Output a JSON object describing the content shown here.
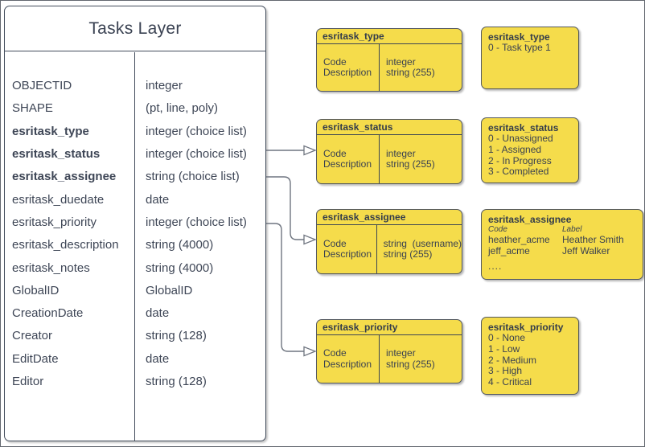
{
  "colors": {
    "yellow_fill": "#f5dc4b",
    "ink": "#3a4252",
    "box_border": "#53585f",
    "table_border": "#434d5c",
    "connector": "#6f7580"
  },
  "tasks_layer": {
    "title": "Tasks Layer",
    "fields": [
      {
        "name": "OBJECTID",
        "type": "integer"
      },
      {
        "name": "SHAPE",
        "type": "(pt, line, poly)"
      },
      {
        "name": "esritask_type",
        "type": "integer (choice list)"
      },
      {
        "name": "esritask_status",
        "type": "integer (choice list)"
      },
      {
        "name": "esritask_assignee",
        "type": "string (choice list)"
      },
      {
        "name": "esritask_duedate",
        "type": "date"
      },
      {
        "name": "esritask_priority",
        "type": "integer (choice list)"
      },
      {
        "name": "esritask_description",
        "type": "string (4000)"
      },
      {
        "name": "esritask_notes",
        "type": "string (4000)"
      },
      {
        "name": "GlobalID",
        "type": "GlobalID"
      },
      {
        "name": "CreationDate",
        "type": "date"
      },
      {
        "name": "Creator",
        "type": "string (128)"
      },
      {
        "name": "EditDate",
        "type": "date"
      },
      {
        "name": "Editor",
        "type": "string (128)"
      }
    ]
  },
  "code_tables": [
    {
      "title": "esritask_type",
      "rows": {
        "f0": "Code",
        "f1": "Description",
        "t0": "integer",
        "t1": "string (255)"
      }
    },
    {
      "title": "esritask_status",
      "rows": {
        "f0": "Code",
        "f1": "Description",
        "t0": "integer",
        "t1": "string (255)"
      }
    },
    {
      "title": "esritask_assignee",
      "rows": {
        "f0": "Code",
        "f1": "Description",
        "t0": "string  (username)",
        "t1": "string (255)"
      }
    },
    {
      "title": "esritask_priority",
      "rows": {
        "f0": "Code",
        "f1": "Description",
        "t0": "integer",
        "t1": "string (255)"
      }
    }
  ],
  "legends": [
    {
      "title": "esritask_type",
      "lines": [
        "0 - Task type 1"
      ]
    },
    {
      "title": "esritask_status",
      "lines": [
        "0 - Unassigned",
        "1 - Assigned",
        "2 - In Progress",
        "3 - Completed"
      ]
    },
    {
      "title": "esritask_assignee",
      "col_headers": {
        "code": "Code",
        "label": "Label"
      },
      "rows": [
        {
          "code": "heather_acme",
          "label": "Heather Smith"
        },
        {
          "code": "jeff_acme",
          "label": "Jeff Walker"
        }
      ],
      "ellipsis": "...."
    },
    {
      "title": "esritask_priority",
      "lines": [
        "0 - None",
        "1 - Low",
        "2 - Medium",
        "3 - High",
        "4 - Critical"
      ]
    }
  ],
  "connections": [
    {
      "from": "esritask_status",
      "to": "esritask_status code table"
    },
    {
      "from": "esritask_assignee",
      "to": "esritask_assignee code table"
    },
    {
      "from": "esritask_priority",
      "to": "esritask_priority code table"
    }
  ]
}
